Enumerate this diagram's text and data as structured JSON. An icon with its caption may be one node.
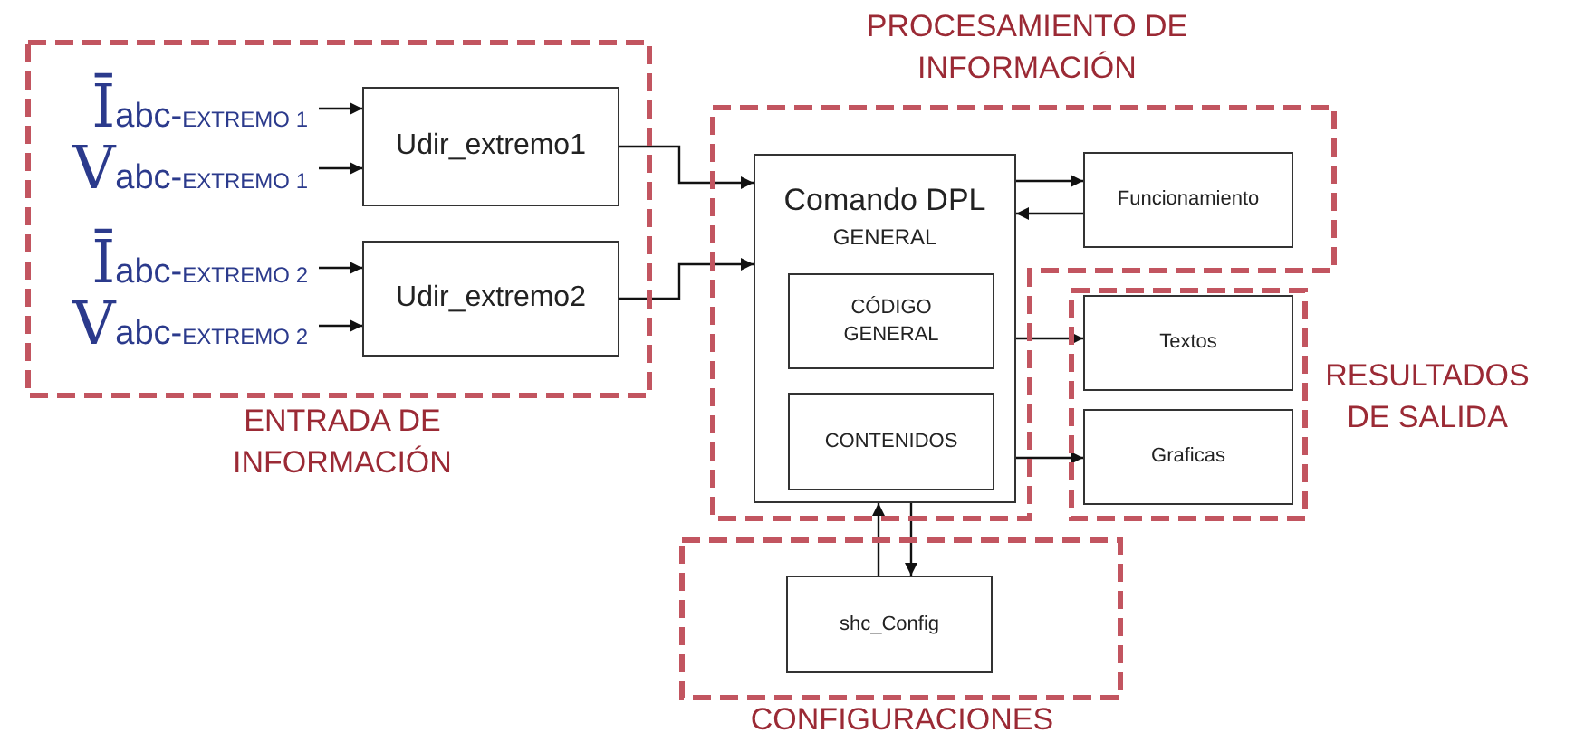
{
  "diagram": {
    "nodes": [
      {
        "text": [
          "ENTRADA DE INFORMACIÓN"
        ]
      },
      {
        "text": [
          "Īabc-$_{EXTREMO 1}$"
        ],
        "in": 0
      },
      {
        "text": [
          "Vabc-$_{EXTREMO 1}$"
        ],
        "in": 0
      },
      {
        "text": [
          "Udir_extremo1"
        ],
        "in": 0
      },
      {
        "text": [
          "Īabc-$_{EXTREMO 2}$"
        ],
        "in": 0
      },
      {
        "text": [
          "Vabc-$_{EXTREMO 2}$"
        ],
        "in": 0
      },
      {
        "text": [
          "Udir_extremo2"
        ],
        "in": 0
      },
      {
        "text": [
          "PROCESAMIENTO DE INFORMACIÓN"
        ]
      },
      {
        "text": [
          "Comando DPL",
          "GENERAL"
        ],
        "in": 7
      },
      {
        "text": [
          "CÓDIGO GENERAL"
        ],
        "in": 8
      },
      {
        "text": [
          "CONTENIDOS"
        ],
        "in": 8
      },
      {
        "text": [
          "Funcionamiento"
        ],
        "in": 7
      },
      {
        "text": [
          "RESULTADOS DE SALIDA"
        ]
      },
      {
        "text": [
          "Textos"
        ],
        "in": 12
      },
      {
        "text": [
          "Graficas"
        ],
        "in": 12
      },
      {
        "text": [
          "CONFIGURACIONES"
        ]
      },
      {
        "text": [
          "shc_Config"
        ],
        "in": 15
      }
    ],
    "edges": [
      {
        "from": 1,
        "to": 3,
        "arrow": "to"
      },
      {
        "from": 2,
        "to": 3,
        "arrow": "to"
      },
      {
        "from": 4,
        "to": 6,
        "arrow": "to"
      },
      {
        "from": 5,
        "to": 6,
        "arrow": "to"
      },
      {
        "from": 3,
        "to": 8,
        "arrow": "to"
      },
      {
        "from": 6,
        "to": 8,
        "arrow": "to"
      },
      {
        "from": 8,
        "to": 11,
        "arrow": "to"
      },
      {
        "from": 11,
        "to": 8,
        "arrow": "to"
      },
      {
        "from": 9,
        "to": 13,
        "arrow": "to"
      },
      {
        "from": 10,
        "to": 14,
        "arrow": "to"
      },
      {
        "from": 16,
        "to": 8,
        "arrow": "to"
      },
      {
        "from": 8,
        "to": 16,
        "arrow": "to"
      }
    ]
  }
}
